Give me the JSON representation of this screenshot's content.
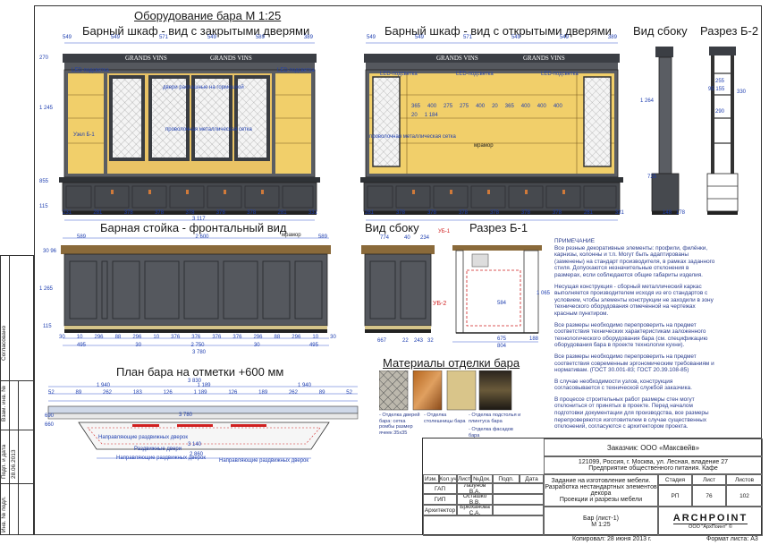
{
  "sheet": {
    "main_title": "Оборудование бара М 1:25",
    "view_closed": "Барный шкаф - вид с закрытыми дверями",
    "view_open": "Барный шкаф - вид с открытыми дверями",
    "view_side_top": "Вид сбоку",
    "section_b2": "Разрез Б-2",
    "counter_front": "Барная стойка - фронтальный вид",
    "view_side_bottom": "Вид сбоку",
    "section_b1": "Разрез Б-1",
    "plan_title": "План бара на отметки +600 мм",
    "materials_title": "Материалы отделки бара",
    "brand": "GRANDS VINS",
    "ub1": "УБ-1",
    "ub2": "УБ-2",
    "mramor": "мрамор"
  },
  "labels": {
    "led": "LED-подсветка",
    "mesh": "проволочная металлическая сетка",
    "doors_hinge": "двери распашные на гормошкой",
    "uzel": "Узел Б-1",
    "lift_doors": "Раздвижные двери",
    "plan_sliding1": "Направляющие раздвижных дверок",
    "plan_sliding2": "Раздвижные двери",
    "plan_sliding3": "Направляющие раздвижных дверок",
    "plan_sliding4": "Направляющие раздвижных дверок"
  },
  "dims": {
    "closed_top": [
      "549",
      "549",
      "571",
      "549",
      "589",
      "389"
    ],
    "closed_bottom": [
      "231",
      "281",
      "378",
      "378",
      "378",
      "378",
      "378",
      "281",
      "331"
    ],
    "closed_total": "3 117",
    "closed_left": [
      "270",
      "1 245",
      "855",
      "115"
    ],
    "open_top": [
      "549",
      "549",
      "571",
      "549",
      "549",
      "389"
    ],
    "open_bottom": [
      "281",
      "378",
      "378",
      "378",
      "378",
      "378",
      "378",
      "281",
      "331"
    ],
    "open_cells": [
      "365",
      "400",
      "275",
      "275",
      "400",
      "20",
      "365",
      "400",
      "400",
      "400",
      "20",
      "1 184"
    ],
    "side_dims": [
      "1 264",
      "725",
      "735",
      "115",
      "148",
      "178"
    ],
    "b2_dims": [
      "255",
      "330",
      "95 155",
      "290",
      "205",
      "250"
    ],
    "counter_top": [
      "589",
      "2 600",
      "589"
    ],
    "counter_bottom": [
      "30",
      "10",
      "296",
      "88",
      "296",
      "10",
      "376",
      "376",
      "376",
      "376",
      "296",
      "88",
      "296",
      "10",
      "30"
    ],
    "counter_sub": [
      "495",
      "30",
      "2 750",
      "30",
      "495"
    ],
    "counter_total": "3 780",
    "counter_left": [
      "30 96",
      "1 265",
      "115"
    ],
    "side_b_dims": [
      "774",
      "40",
      "234",
      "667",
      "22",
      "243",
      "32"
    ],
    "b1_dims": [
      "584",
      "1 065",
      "188",
      "675",
      "804"
    ],
    "plan_top": [
      "1 940",
      "1 189",
      "1 940"
    ],
    "plan_sub": [
      "52",
      "89",
      "262",
      "183",
      "126",
      "1 189",
      "126",
      "189",
      "262",
      "89",
      "52"
    ],
    "plan_total": "3 830",
    "plan_inner": [
      "3 780",
      "3 140",
      "2 860"
    ],
    "plan_left": [
      "690",
      "660"
    ]
  },
  "materials": [
    "- Отделка дверей бара: сетка ромбы размер ячеек 35x35",
    "- Отделка столешницы бара",
    "- Отделка подстолья и плинтуса бара",
    "- Отделка фасадов бара"
  ],
  "notes": [
    "ПРИМЕЧАНИЕ\nВсе резные декоративные элементы: профили, филёнки, карнизы, колонны и т.п. Могут быть адаптированы (заменены) на стандарт производителя, в рамках заданного стиля. Допускаются незначительные отклонения в размерах, если соблюдаются общие габариты изделия.",
    "Несущая конструкция - сборный металлический каркас выполняется производителем исходя из его стандартов с условием, чтобы элементы конструкции не заходили в зону технического оборудования отмеченной на чертежах красным пунктиром.",
    "Все размеры необходимо перепроверить на предмет соответствия технических характеристикам заложенного технологического оборудования бара (см. спецификацию оборудования бара в проекте технологии кухни).",
    "Все размеры необходимо перепроверить на предмет соответствия современным эргономическим требованиям и нормативам. (ГОСТ 30.001-83; ГОСТ 20.39.108-85)",
    "В случае необходимости узлов, конструкция согласовывается с технической службой заказчика.",
    "В процессе строительных работ размеры стен могут отклониться от принятых в проекте. Перед началом подготовки документации для производства, все размеры перепроверяются изготовителем в случае существенных отклонений, согласуются с архитектором проекта."
  ],
  "title_block": {
    "customer": "Заказчик: ООО «Максвейв»",
    "address": "121099, Россия, г. Москва, ул. Лесная, владение 27",
    "company_type": "Предприятие общественного питания. Кафе",
    "task": "Задание на изготовление мебели. Разработка нестандартных элементов декора",
    "subtask": "Проекции и разрезы мебели",
    "sheet_name": "Бар (лист-1)",
    "scale": "М 1:25",
    "logo": "ARCHPOINT",
    "logo_sub": "ООО \"АрхПоинт\" ©",
    "h_izm": "Изм.",
    "h_kol": "Кол.уч",
    "h_list": "Лист",
    "h_doc": "№Док.",
    "h_sign": "Подп.",
    "h_date": "Дата",
    "r1_role": "ГАП",
    "r1_name": "Лазунов В.А.",
    "r2_role": "ГИП",
    "r2_name": "Осташко В.В.",
    "r3_role": "Архитектор",
    "r3_name": "Брюханова С.А.",
    "stage_h": "Стадия",
    "list_h": "Лист",
    "lists_h": "Листов",
    "stage": "РП",
    "list": "76",
    "lists": "102",
    "copied": "Копировал: 28 июня 2013 г.",
    "format": "Формат листа: А3"
  },
  "side_stamp": {
    "agreed": "Согласовано",
    "vzam": "Взам. инв. №",
    "podp_data": "Подп. и дата",
    "date": "28.06.2013",
    "inv": "Инв. № подл."
  },
  "colors": {
    "dim_blue": "#1f3fb0",
    "led_glow": "#f1cf6a",
    "cabinet_dark": "#4a4d52",
    "red_line": "#d02020"
  }
}
